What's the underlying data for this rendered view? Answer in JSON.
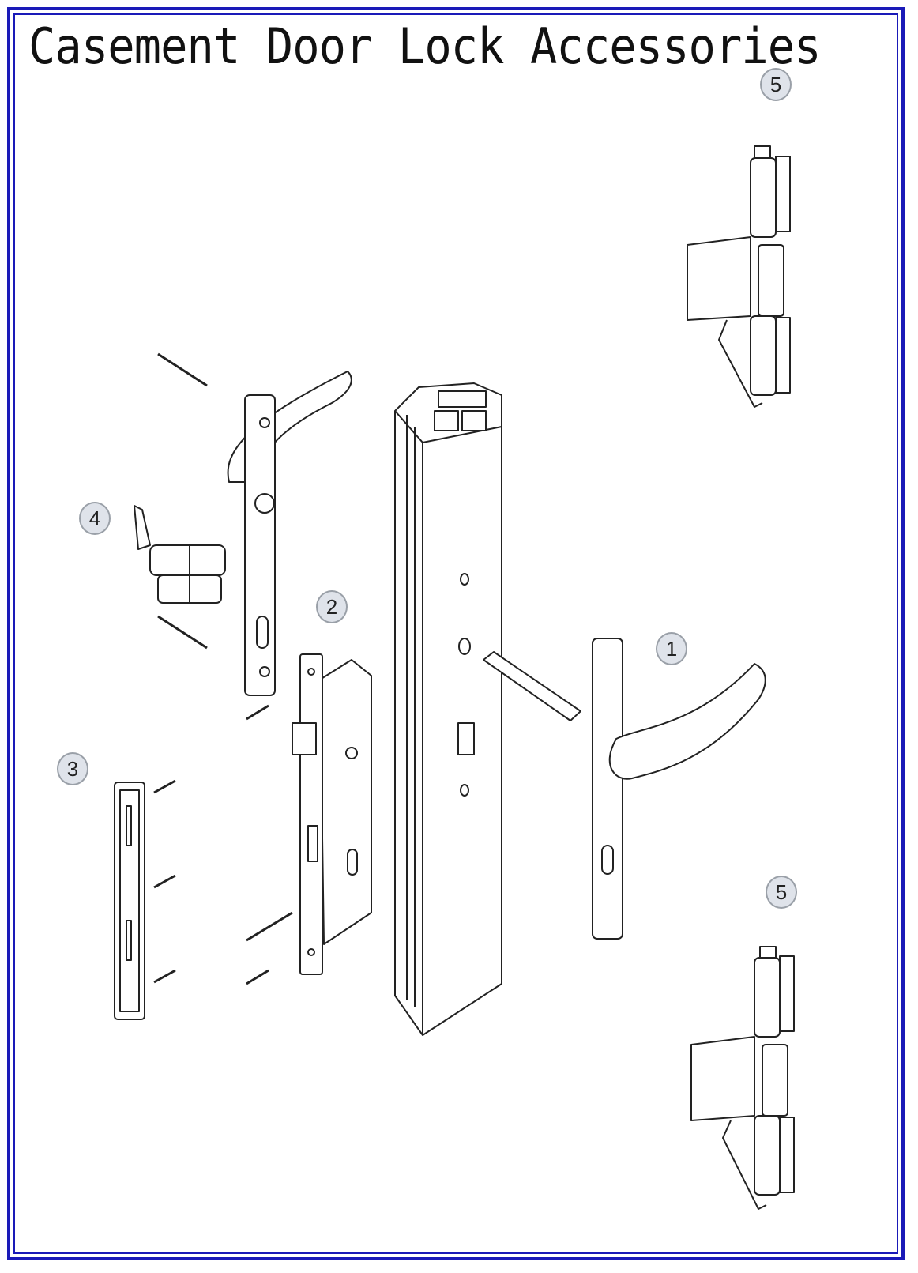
{
  "title": "Casement Door Lock Accessories",
  "callouts": {
    "handle_set": "1",
    "mortise_lock": "2",
    "strike_plate": "3",
    "cylinder": "4",
    "hinge_top": "5",
    "hinge_bottom": "5"
  },
  "colors": {
    "border": "#1a1ab8",
    "callout_fill": "#dfe3ea"
  }
}
